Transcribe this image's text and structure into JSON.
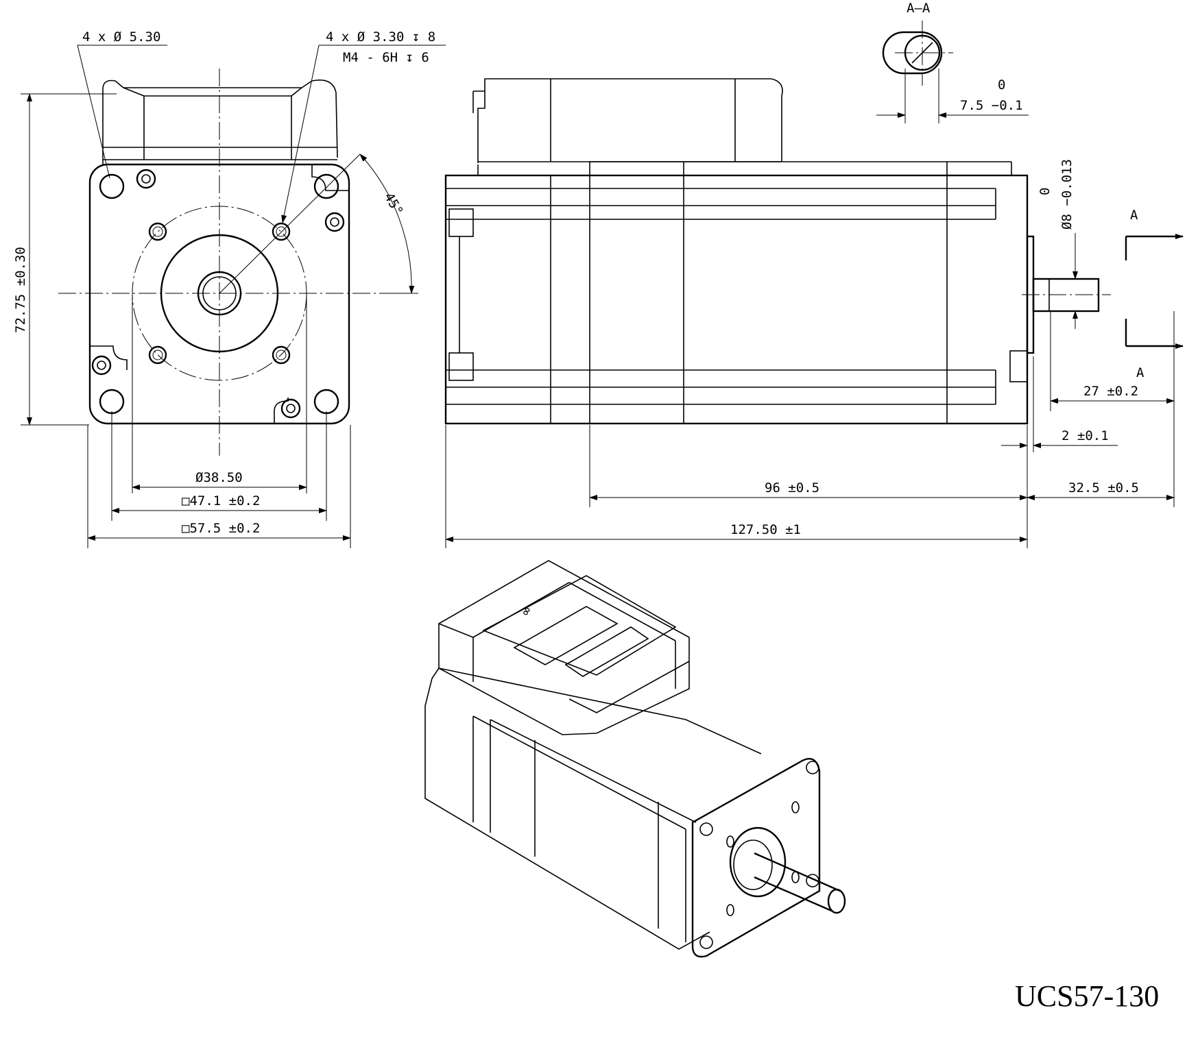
{
  "labels": {
    "holes_outer": "4 x Ø 5.30",
    "holes_inner": "4 x Ø 3.30 ↧ 8",
    "thread": "M4 - 6H ↧ 6",
    "height": "72.75 ±0.30",
    "angle": "45°",
    "pilot_dia": "Ø38.50",
    "hole_pitch": "□47.1 ±0.2",
    "flange": "□57.5 ±0.2",
    "section": "A–A",
    "flat_tol_upper": "0",
    "flat": "7.5 −0.1",
    "shaft_tol_upper": "0",
    "shaft": "Ø8 −0.013",
    "section_mark_top": "A",
    "section_mark_bottom": "A",
    "shaft_len": "27 ±0.2",
    "boss": "2 ±0.1",
    "body_len": "96 ±0.5",
    "front_len": "32.5 ±0.5",
    "total_len": "127.50 ±1"
  },
  "model": "UCS57-130"
}
